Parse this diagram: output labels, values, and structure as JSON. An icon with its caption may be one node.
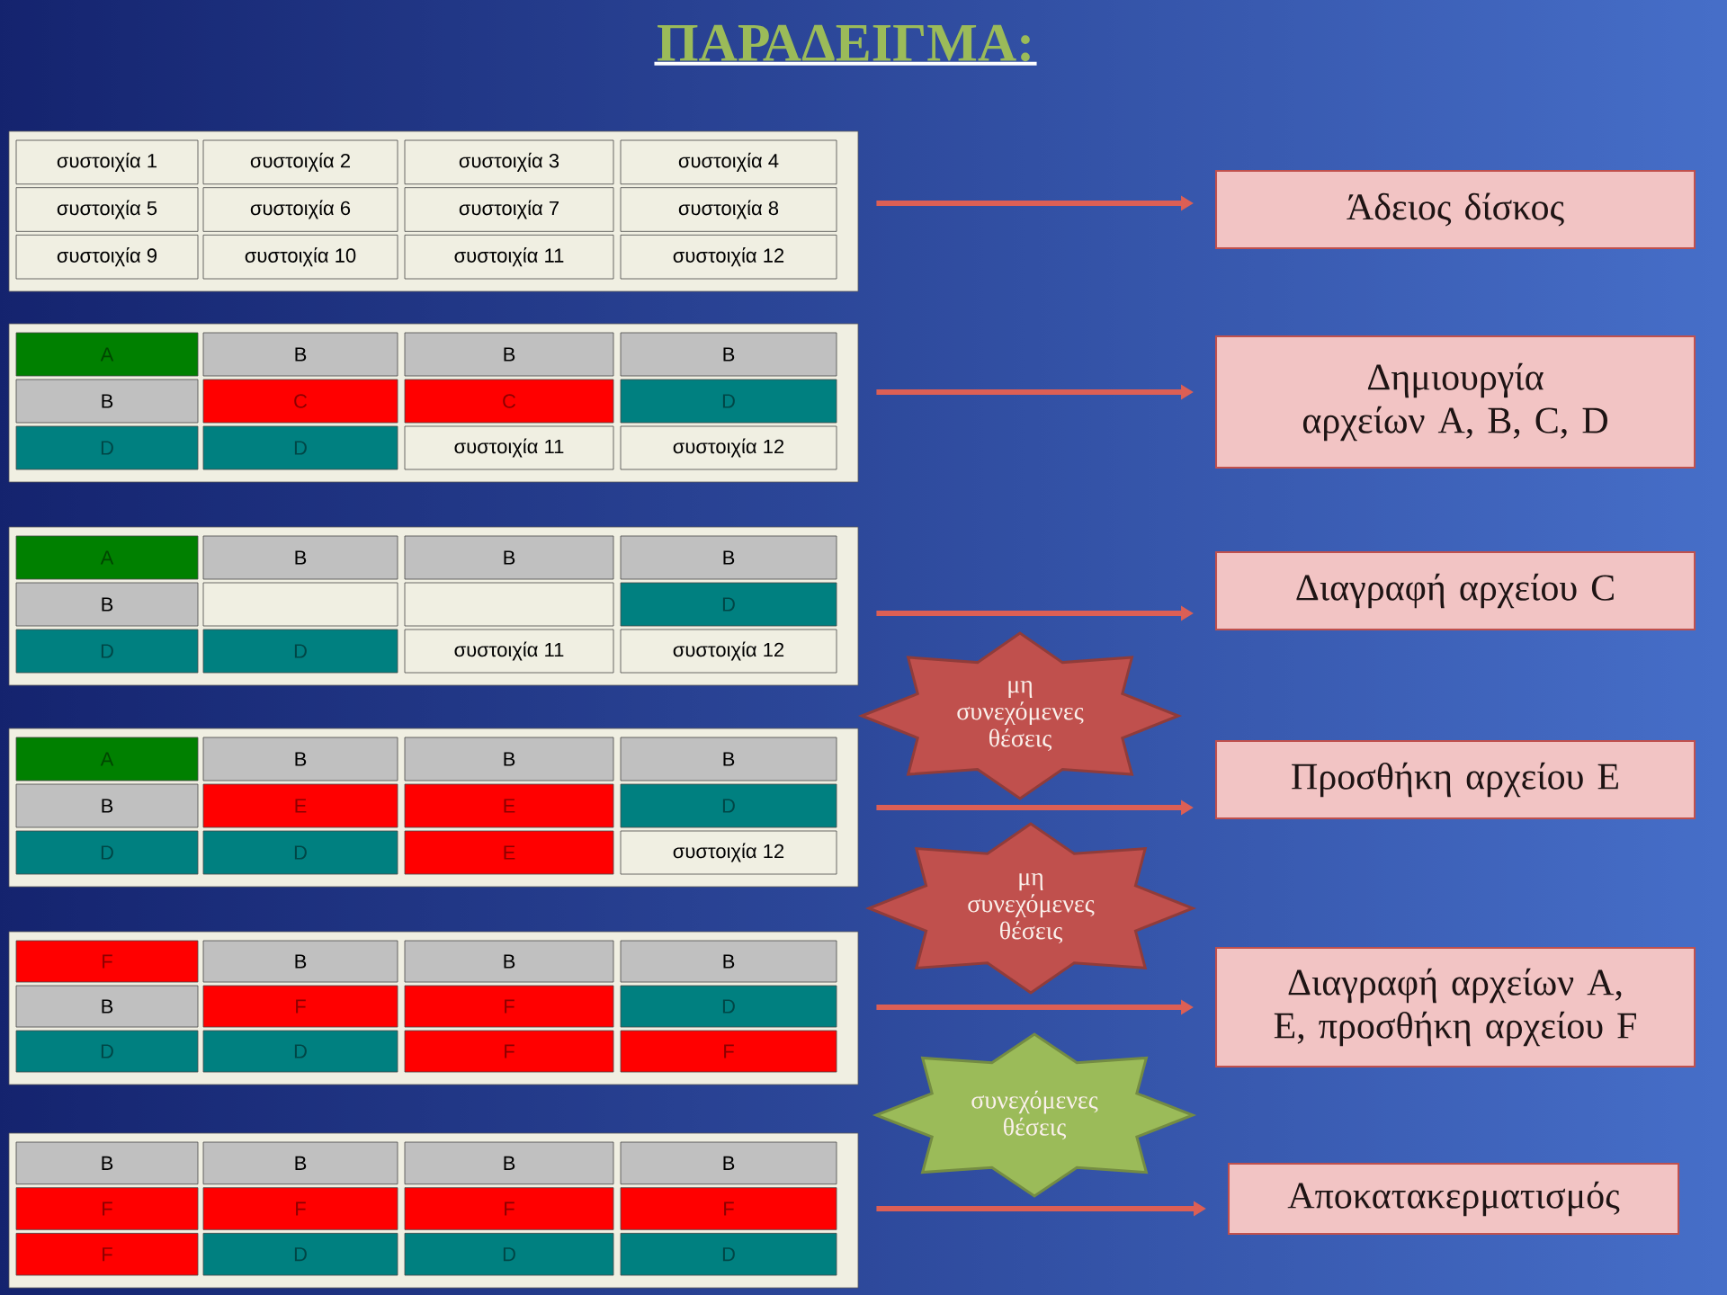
{
  "diagram": {
    "title": "ΠΑΡΑΔΕΙΓΜΑ:",
    "nodes": [
      {
        "text": [],
        "shape": "box"
      },
      {
        "text": [
          "συστοιχία 1"
        ],
        "in": 0
      },
      {
        "text": [
          "συστοιχία 2"
        ],
        "in": 0
      },
      {
        "text": [
          "συστοιχία 3"
        ],
        "in": 0
      },
      {
        "text": [
          "συστοιχία 4"
        ],
        "in": 0
      },
      {
        "text": [
          "συστοιχία 5"
        ],
        "in": 0
      },
      {
        "text": [
          "συστοιχία 6"
        ],
        "in": 0
      },
      {
        "text": [
          "συστοιχία 7"
        ],
        "in": 0
      },
      {
        "text": [
          "συστοιχία 8"
        ],
        "in": 0
      },
      {
        "text": [
          "συστοιχία 9"
        ],
        "in": 0
      },
      {
        "text": [
          "συστοιχία 10"
        ],
        "in": 0
      },
      {
        "text": [
          "συστοιχία 11"
        ],
        "in": 0
      },
      {
        "text": [
          "συστοιχία 12"
        ],
        "in": 0
      },
      {
        "text": [],
        "shape": "box"
      },
      {
        "text": [
          "A"
        ],
        "in": 13
      },
      {
        "text": [
          "B"
        ],
        "in": 13
      },
      {
        "text": [
          "B"
        ],
        "in": 13
      },
      {
        "text": [
          "B"
        ],
        "in": 13
      },
      {
        "text": [
          "B"
        ],
        "in": 13
      },
      {
        "text": [
          "C"
        ],
        "in": 13
      },
      {
        "text": [
          "C"
        ],
        "in": 13
      },
      {
        "text": [
          "D"
        ],
        "in": 13
      },
      {
        "text": [
          "D"
        ],
        "in": 13
      },
      {
        "text": [
          "D"
        ],
        "in": 13
      },
      {
        "text": [
          "συστοιχία 11"
        ],
        "in": 13
      },
      {
        "text": [
          "συστοιχία 12"
        ],
        "in": 13
      },
      {
        "text": [],
        "shape": "box"
      },
      {
        "text": [
          "A"
        ],
        "in": 26
      },
      {
        "text": [
          "B"
        ],
        "in": 26
      },
      {
        "text": [
          "B"
        ],
        "in": 26
      },
      {
        "text": [
          "B"
        ],
        "in": 26
      },
      {
        "text": [
          "B"
        ],
        "in": 26
      },
      {
        "text": [],
        "shape": "box",
        "in": 26
      },
      {
        "text": [],
        "shape": "box",
        "in": 26
      },
      {
        "text": [
          "D"
        ],
        "in": 26
      },
      {
        "text": [
          "D"
        ],
        "in": 26
      },
      {
        "text": [
          "D"
        ],
        "in": 26
      },
      {
        "text": [
          "συστοιχία 11"
        ],
        "in": 26
      },
      {
        "text": [
          "συστοιχία 12"
        ],
        "in": 26
      },
      {
        "text": [],
        "shape": "box"
      },
      {
        "text": [
          "A"
        ],
        "in": 39
      },
      {
        "text": [
          "B"
        ],
        "in": 39
      },
      {
        "text": [
          "B"
        ],
        "in": 39
      },
      {
        "text": [
          "B"
        ],
        "in": 39
      },
      {
        "text": [
          "B"
        ],
        "in": 39
      },
      {
        "text": [
          "E"
        ],
        "in": 39
      },
      {
        "text": [
          "E"
        ],
        "in": 39
      },
      {
        "text": [
          "D"
        ],
        "in": 39
      },
      {
        "text": [
          "D"
        ],
        "in": 39
      },
      {
        "text": [
          "D"
        ],
        "in": 39
      },
      {
        "text": [
          "E"
        ],
        "in": 39
      },
      {
        "text": [
          "συστοιχία 12"
        ],
        "in": 39
      },
      {
        "text": [],
        "shape": "box"
      },
      {
        "text": [
          "F"
        ],
        "in": 52
      },
      {
        "text": [
          "B"
        ],
        "in": 52
      },
      {
        "text": [
          "B"
        ],
        "in": 52
      },
      {
        "text": [
          "B"
        ],
        "in": 52
      },
      {
        "text": [
          "B"
        ],
        "in": 52
      },
      {
        "text": [
          "F"
        ],
        "in": 52
      },
      {
        "text": [
          "F"
        ],
        "in": 52
      },
      {
        "text": [
          "D"
        ],
        "in": 52
      },
      {
        "text": [
          "D"
        ],
        "in": 52
      },
      {
        "text": [
          "D"
        ],
        "in": 52
      },
      {
        "text": [
          "F"
        ],
        "in": 52
      },
      {
        "text": [
          "F"
        ],
        "in": 52
      },
      {
        "text": [],
        "shape": "box"
      },
      {
        "text": [
          "B"
        ],
        "in": 65
      },
      {
        "text": [
          "B"
        ],
        "in": 65
      },
      {
        "text": [
          "B"
        ],
        "in": 65
      },
      {
        "text": [
          "B"
        ],
        "in": 65
      },
      {
        "text": [
          "F"
        ],
        "in": 65
      },
      {
        "text": [
          "F"
        ],
        "in": 65
      },
      {
        "text": [
          "F"
        ],
        "in": 65
      },
      {
        "text": [
          "F"
        ],
        "in": 65
      },
      {
        "text": [
          "F"
        ],
        "in": 65
      },
      {
        "text": [
          "D"
        ],
        "in": 65
      },
      {
        "text": [
          "D"
        ],
        "in": 65
      },
      {
        "text": [
          "D"
        ],
        "in": 65
      },
      {
        "text": [
          "Άδειος δίσκος"
        ]
      },
      {
        "text": [
          "Δημιουργία αρχείων A, B, C, D"
        ]
      },
      {
        "text": [
          "Διαγραφή αρχείου C"
        ]
      },
      {
        "text": [
          "Προσθήκη αρχείου E"
        ]
      },
      {
        "text": [
          "Διαγραφή αρχείων A, E, προσθήκη αρχείου F"
        ]
      },
      {
        "text": [
          "Αποκατακερματισμός"
        ]
      },
      {
        "text": [
          "μη συνεχόμενες θέσεις"
        ]
      },
      {
        "text": [
          "μη συνεχόμενες θέσεις"
        ]
      },
      {
        "text": [
          "συνεχόμενες θέσεις"
        ]
      }
    ],
    "edges": [
      {
        "from": 0,
        "to": 78,
        "arrow": "to"
      },
      {
        "from": 13,
        "to": 79,
        "arrow": "to"
      },
      {
        "from": 26,
        "to": 80,
        "arrow": "to"
      },
      {
        "from": 39,
        "to": 81,
        "arrow": "to"
      },
      {
        "from": 52,
        "to": 82,
        "arrow": "to"
      },
      {
        "from": 65,
        "to": 83,
        "arrow": "to"
      }
    ]
  }
}
